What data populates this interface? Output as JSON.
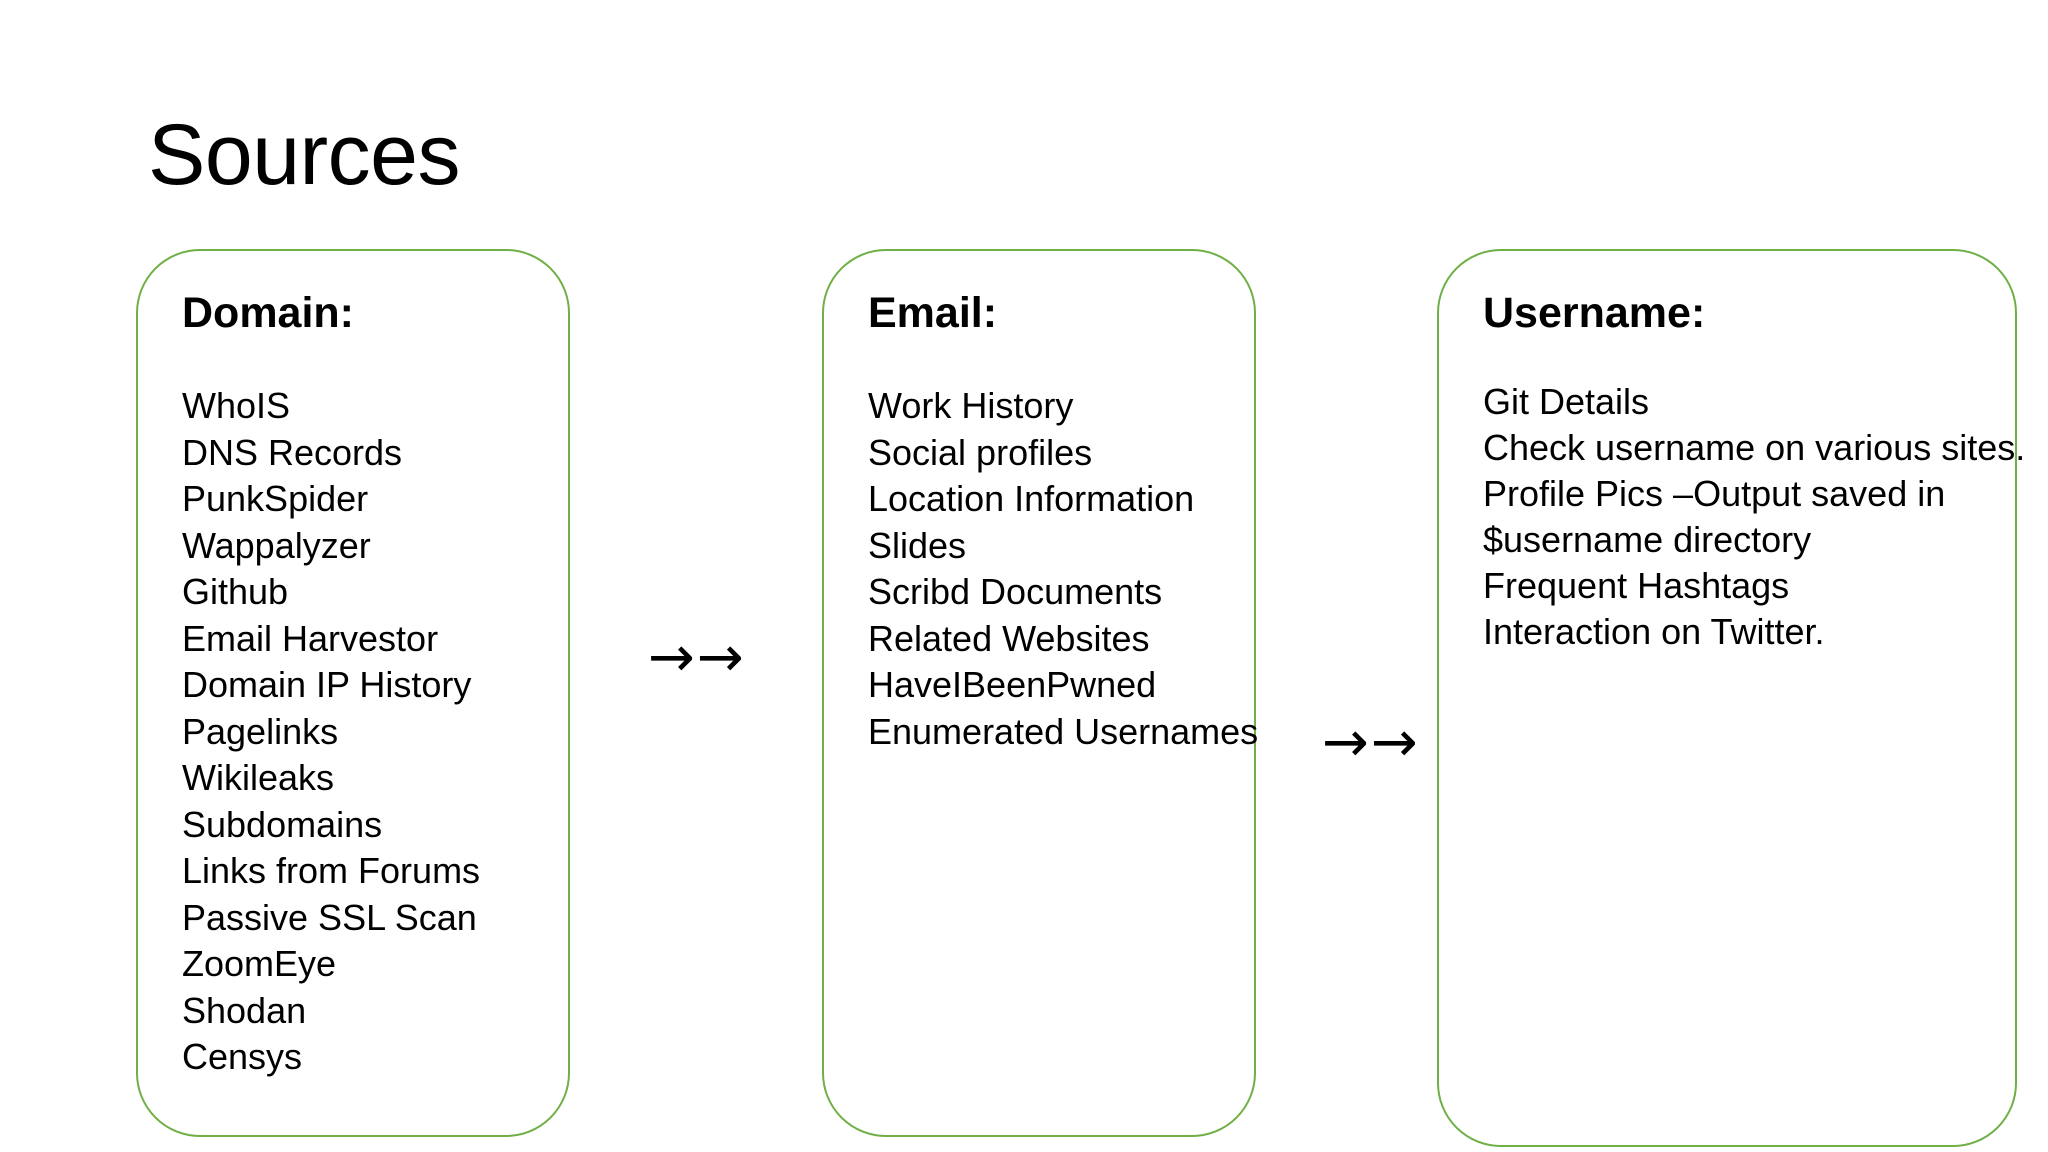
{
  "slide": {
    "title": "Sources",
    "background_color": "#ffffff",
    "accent_color": "#6FAF46",
    "text_color": "#000000"
  },
  "panels": [
    {
      "id": "domain",
      "heading": "Domain:",
      "items": [
        "WhoIS",
        "DNS Records",
        "PunkSpider",
        "Wappalyzer",
        "Github",
        "Email Harvestor",
        "Domain IP History",
        "Pagelinks",
        "Wikileaks",
        "Subdomains",
        "Links from Forums",
        "Passive SSL Scan",
        "ZoomEye",
        "Shodan",
        "Censys"
      ]
    },
    {
      "id": "email",
      "heading": "Email:",
      "items": [
        "Work History",
        "Social profiles",
        "Location Information",
        "Slides",
        "Scribd Documents",
        "Related Websites",
        "HaveIBeenPwned",
        "Enumerated Usernames"
      ]
    },
    {
      "id": "username",
      "heading": "Username:",
      "items": [
        "Git Details",
        "Check username on various sites.",
        "Profile Pics –Output saved in",
        "$username directory",
        "Frequent Hashtags",
        "Interaction on Twitter."
      ]
    }
  ],
  "arrows": [
    {
      "id": "arrow-1",
      "glyph": "→→"
    },
    {
      "id": "arrow-2",
      "glyph": "→→"
    }
  ]
}
